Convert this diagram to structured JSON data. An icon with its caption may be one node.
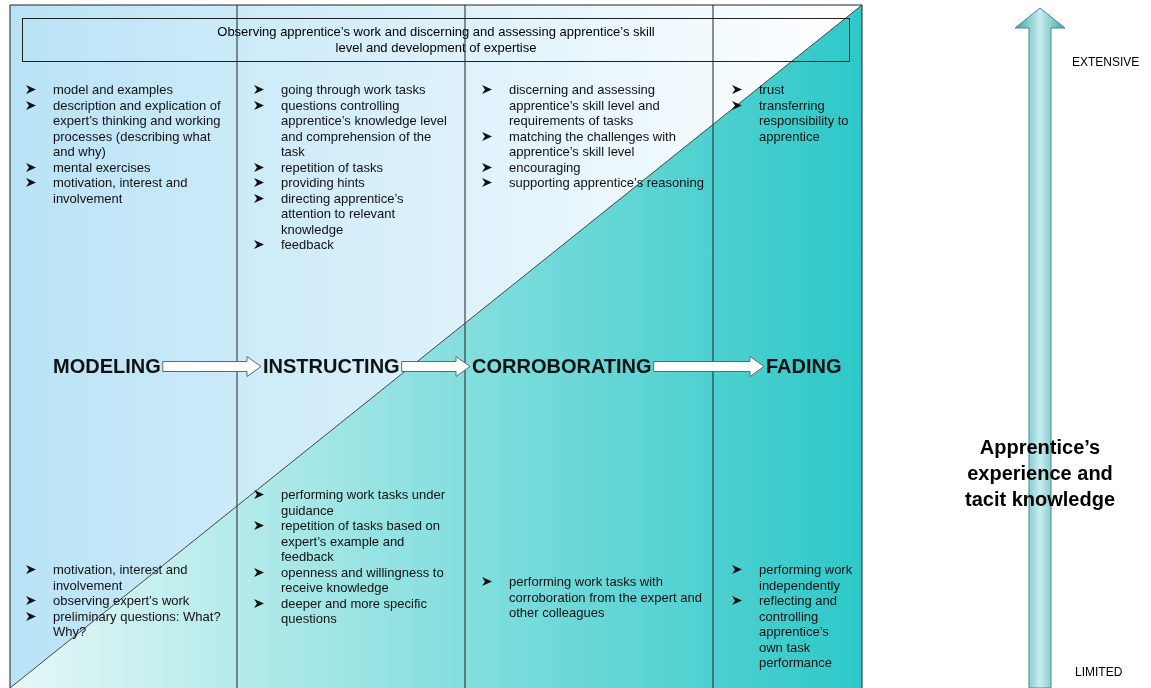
{
  "diagram": {
    "nodes": [
      {
        "text": [
          "Observing apprentice’s work and discerning and assessing apprentice’s skill level and development of expertise"
        ]
      },
      {
        "text": [
          "MODELING"
        ]
      },
      {
        "text": [
          "INSTRUCTING"
        ]
      },
      {
        "text": [
          "CORROBORATING"
        ]
      },
      {
        "text": [
          "FADING"
        ]
      }
    ],
    "edges": [
      {
        "from": 1,
        "to": 2,
        "arrow": "to"
      },
      {
        "from": 2,
        "to": 3,
        "arrow": "to"
      },
      {
        "from": 3,
        "to": 4,
        "arrow": "to"
      }
    ],
    "labels": [
      "model and examples",
      "description and explication of expert’s thinking and working processes (describing what and why)",
      "mental exercises",
      "motivation, interest and involvement",
      "going through work tasks",
      "questions controlling apprentice’s knowledge level and comprehension of the task",
      "repetition of tasks",
      "providing hints",
      "directing apprentice’s attention to relevant knowledge",
      "feedback",
      "discerning and assessing apprentice’s skill level and requirements of tasks",
      "matching the challenges with apprentice’s skill level",
      "encouraging",
      "supporting apprentice’s reasoning",
      "trust",
      "transferring responsibility to apprentice",
      "motivation, interest and involvement",
      "observing expert’s work",
      "preliminary questions: What? Why?",
      "performing work tasks under guidance",
      "repetition of tasks based on expert’s example and feedback",
      "openness and willingness to receive knowledge",
      "deeper and more specific questions",
      "performing work tasks with corroboration from the expert and other colleagues",
      "performing work independently",
      "reflecting and controlling apprentice’s own task performance",
      "EXTENSIVE",
      "Apprentice’s experience and tacit knowledge",
      "LIMITED"
    ]
  }
}
